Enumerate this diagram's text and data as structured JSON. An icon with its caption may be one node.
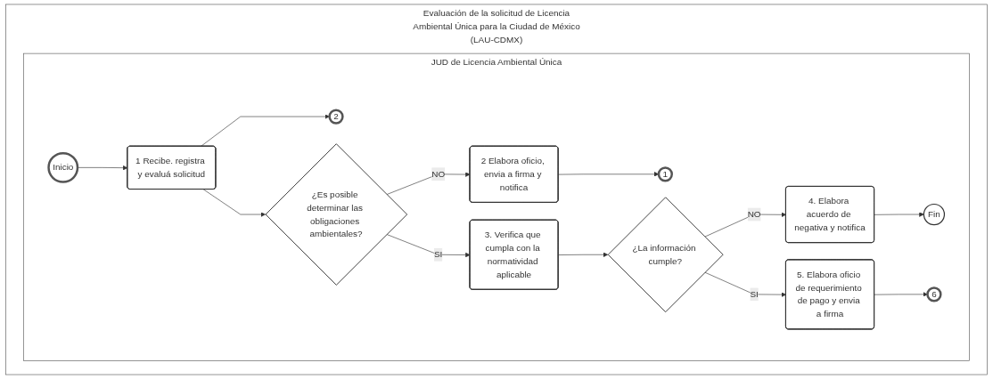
{
  "diagram": {
    "nodes": [
      {
        "text": [
          "Evaluación de la solicitud de Licencia Ambiental Única para la Ciudad de México (LAU-CDMX)"
        ]
      },
      {
        "text": [
          "JUD de Licencia Ambiental Única"
        ],
        "in": 0
      },
      {
        "text": [
          "Inicio"
        ],
        "in": 1
      },
      {
        "text": [
          "1 Recibe. registra y evaluá solicitud"
        ],
        "in": 1
      },
      {
        "text": [
          "2"
        ],
        "in": 1
      },
      {
        "text": [
          "¿Es posible determinar las obligaciones ambientales?"
        ],
        "in": 1
      },
      {
        "text": [
          "2 Elabora oficio, envia a firma y notifica"
        ],
        "in": 1
      },
      {
        "text": [
          "1"
        ],
        "in": 1
      },
      {
        "text": [
          "3. Verifica que cumpla con la normatividad aplicable"
        ],
        "in": 1
      },
      {
        "text": [
          "¿La información cumple?"
        ],
        "in": 1
      },
      {
        "text": [
          "4. Elabora acuerdo de negativa y notifica"
        ],
        "in": 1
      },
      {
        "text": [
          "Fin"
        ],
        "in": 1
      },
      {
        "text": [
          "5. Elabora oficio de requerimiento de pago y envia a firma"
        ],
        "in": 1
      },
      {
        "text": [
          "6"
        ],
        "in": 1
      }
    ],
    "edges": [
      {
        "from": 2,
        "to": 3,
        "arrow": "to"
      },
      {
        "from": 3,
        "to": 4,
        "arrow": "to"
      },
      {
        "from": 3,
        "to": 5,
        "arrow": "to"
      },
      {
        "from": 5,
        "to": 8,
        "label": "SI",
        "arrow": "to"
      },
      {
        "from": 5,
        "to": 6,
        "label": "NO",
        "arrow": "to"
      },
      {
        "from": 6,
        "to": 7,
        "arrow": "to"
      },
      {
        "from": 8,
        "to": 9,
        "arrow": "to"
      },
      {
        "from": 9,
        "to": 12,
        "label": "SI",
        "arrow": "to"
      },
      {
        "from": 9,
        "to": 10,
        "label": "NO",
        "arrow": "to"
      },
      {
        "from": 10,
        "to": 11,
        "arrow": "to"
      },
      {
        "from": 12,
        "to": 13,
        "arrow": "to"
      }
    ]
  }
}
